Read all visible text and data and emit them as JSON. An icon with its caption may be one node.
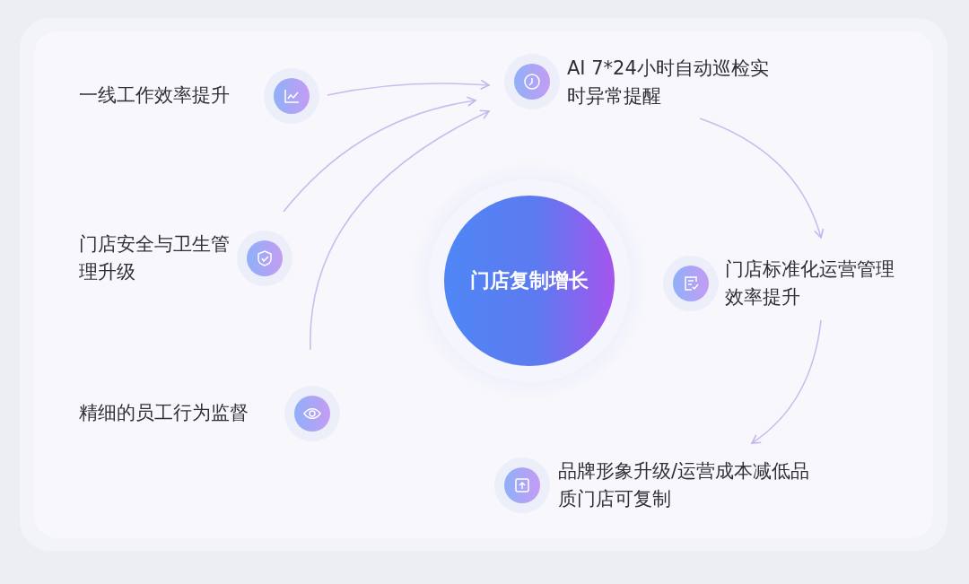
{
  "diagram": {
    "nodes": [
      {
        "text": [
          "一线工作效率提升"
        ]
      },
      {
        "text": [
          "AI 7*24小时自动巡检实时异常提醒"
        ]
      },
      {
        "text": [
          "门店安全与卫生管理升级"
        ]
      },
      {
        "text": [
          "门店复制增长"
        ]
      },
      {
        "text": [
          "门店标准化运营管理效率提升"
        ]
      },
      {
        "text": [
          "精细的员工行为监督"
        ]
      },
      {
        "text": [
          "品牌形象升级/运营成本减低品质门店可复制"
        ]
      }
    ],
    "edges": [
      {
        "from": 0,
        "to": 1,
        "arrow": "to"
      },
      {
        "from": 2,
        "to": 1,
        "arrow": "to"
      },
      {
        "from": 5,
        "to": 1,
        "arrow": "to"
      },
      {
        "from": 1,
        "to": 4,
        "arrow": "to"
      },
      {
        "from": 4,
        "to": 6,
        "arrow": "to"
      }
    ]
  }
}
